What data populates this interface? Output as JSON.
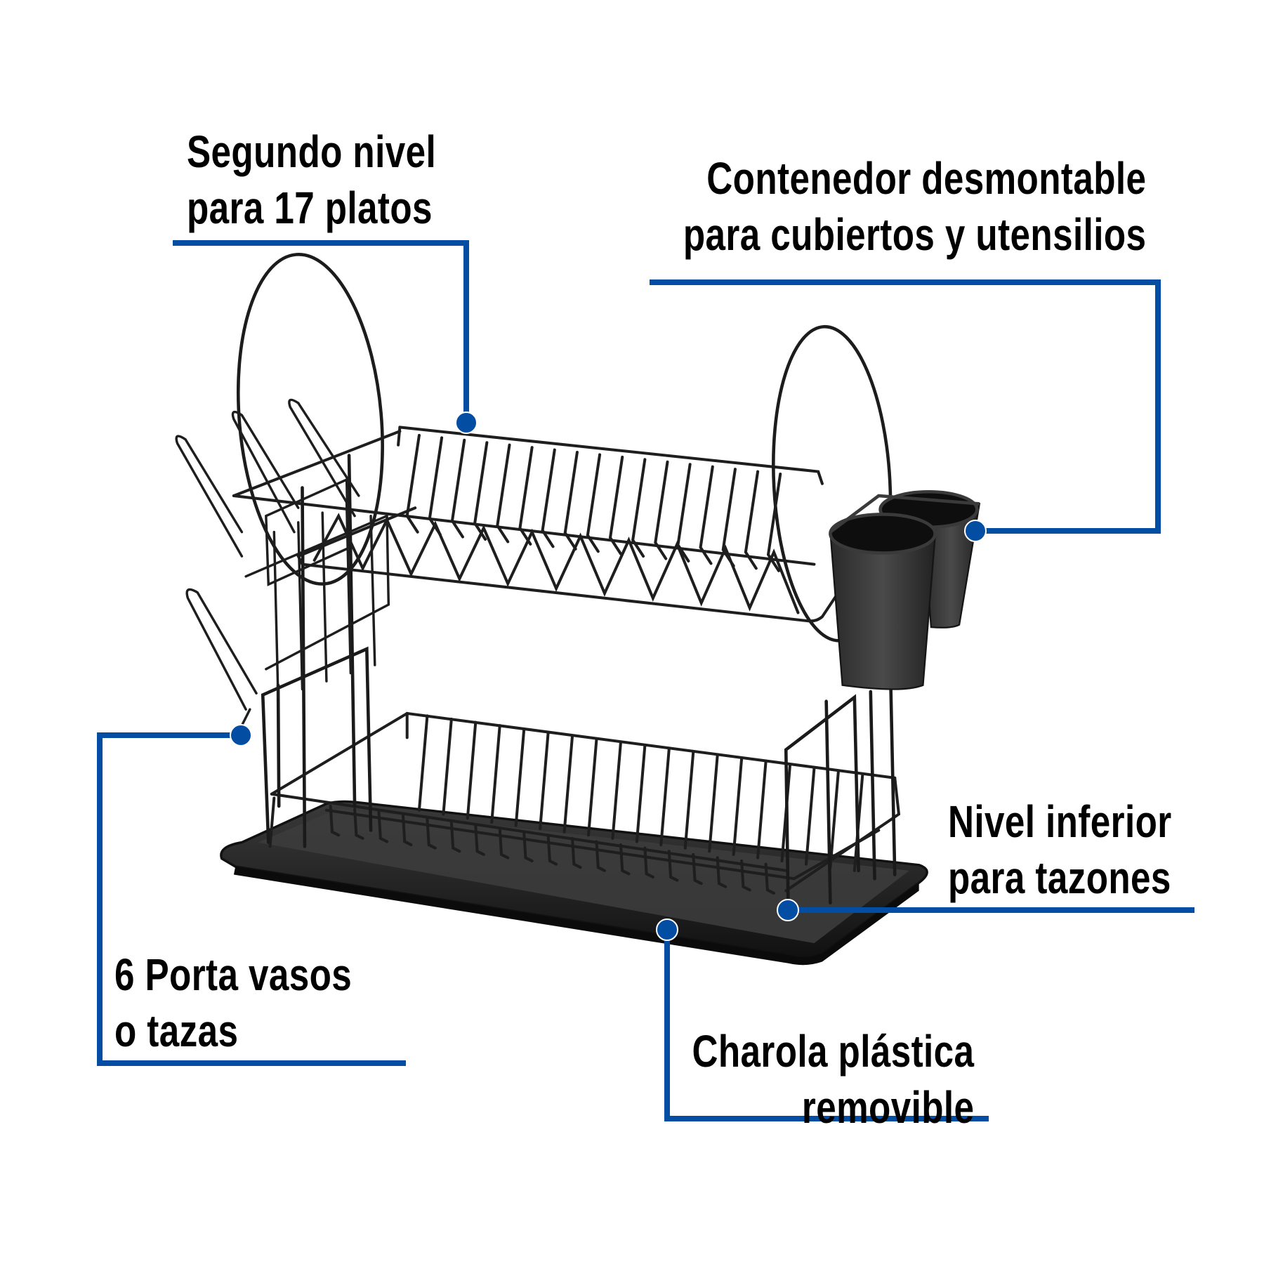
{
  "image": {
    "description": "Annotated product diagram of a two-tier black dish drying rack with callouts",
    "accent_color": "#034EA2",
    "text_color": "#000000",
    "background": "#ffffff"
  },
  "callouts": [
    {
      "id": "second-level",
      "lines": [
        "Segundo nivel",
        "para 17 platos"
      ],
      "align": "left"
    },
    {
      "id": "utensil-container",
      "lines": [
        "Contenedor desmontable",
        "para cubiertos y utensilios"
      ],
      "align": "right"
    },
    {
      "id": "cup-holders",
      "lines": [
        "6 Porta vasos",
        "o tazas"
      ],
      "align": "left"
    },
    {
      "id": "lower-level",
      "lines": [
        "Nivel inferior",
        "para tazones"
      ],
      "align": "left"
    },
    {
      "id": "plastic-tray",
      "lines": [
        "Charola plástica",
        "removible"
      ],
      "align": "right"
    }
  ]
}
